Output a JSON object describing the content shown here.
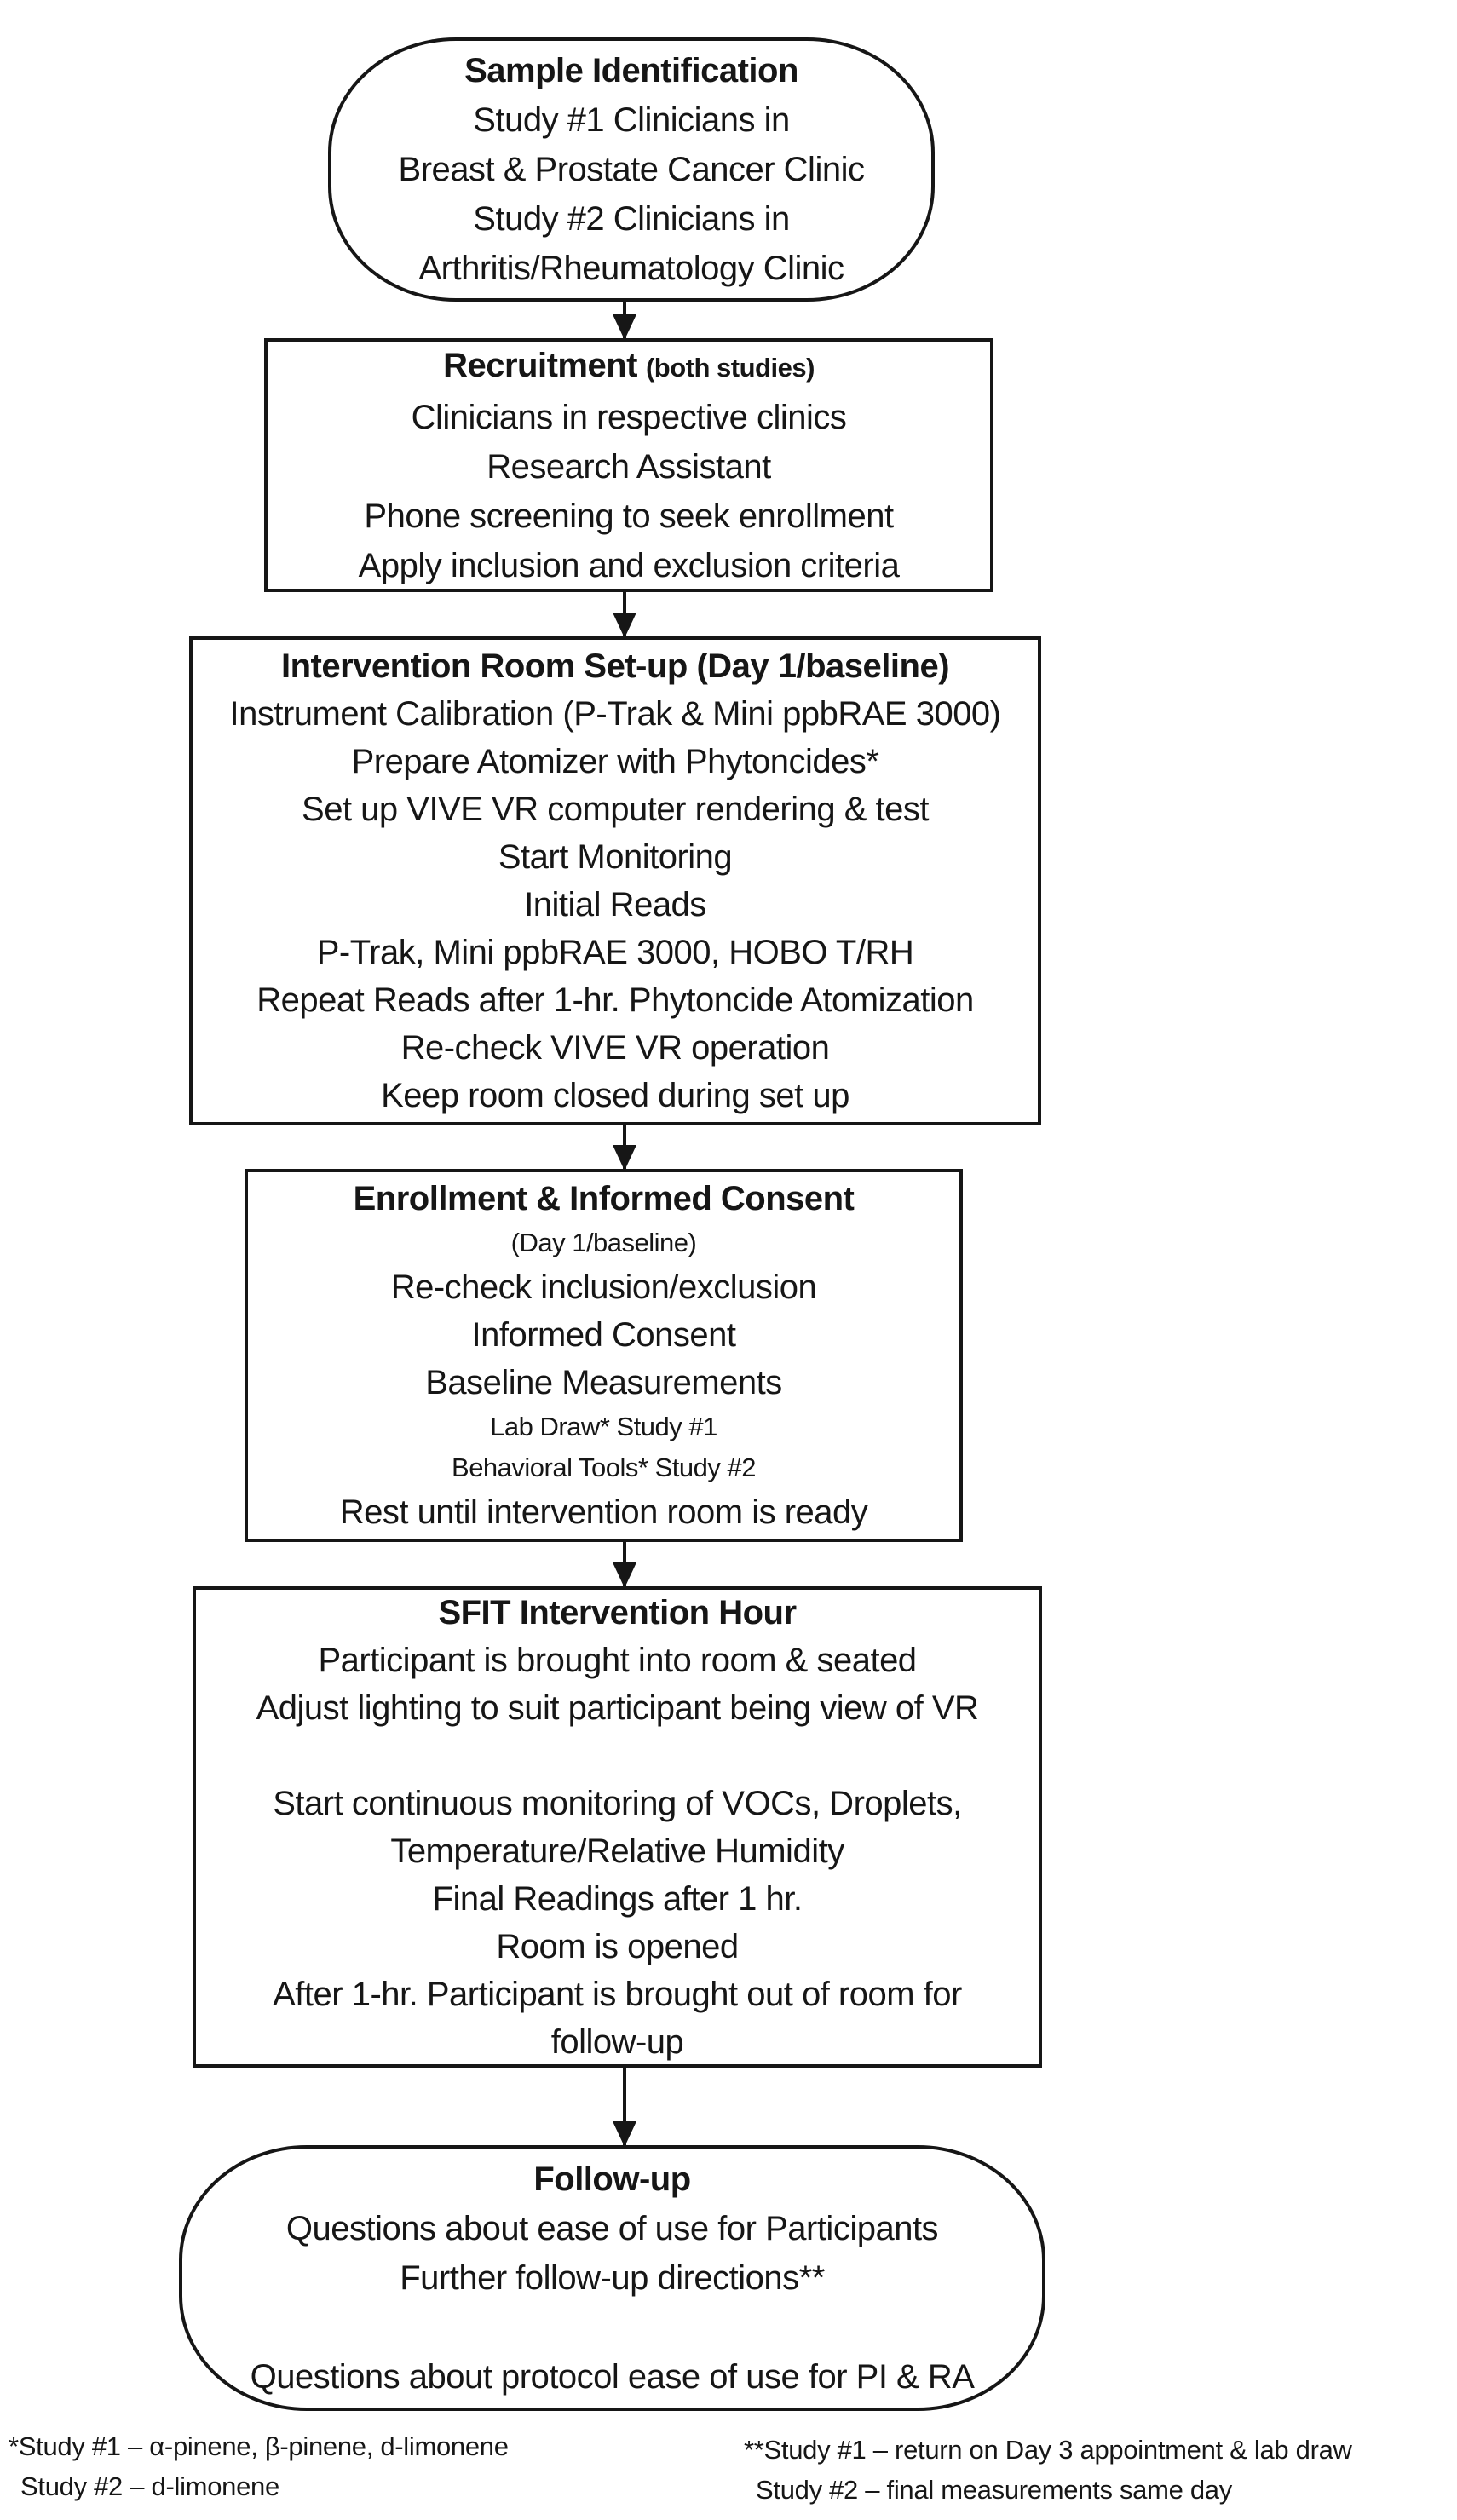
{
  "diagram": {
    "colors": {
      "ink": "#161616",
      "background": "#ffffff"
    },
    "nodes": [
      {
        "id": "sample-identification",
        "shape": "terminator",
        "title": "Sample Identification",
        "lines": [
          "Study #1 Clinicians in",
          "Breast & Prostate Cancer Clinic",
          "Study #2 Clinicians in",
          "Arthritis/Rheumatology Clinic"
        ]
      },
      {
        "id": "recruitment",
        "shape": "process",
        "title": "Recruitment",
        "title_suffix": "(both studies)",
        "lines": [
          "Clinicians in respective clinics",
          "Research Assistant",
          "Phone screening to seek enrollment",
          "Apply inclusion and exclusion criteria"
        ]
      },
      {
        "id": "intervention-room-setup",
        "shape": "process",
        "title": "Intervention Room Set-up (Day 1/baseline)",
        "lines": [
          "Instrument Calibration (P-Trak & Mini ppbRAE 3000)",
          "Prepare Atomizer with Phytoncides*",
          "Set up VIVE VR computer rendering & test",
          "Start Monitoring",
          "Initial Reads",
          "P-Trak, Mini ppbRAE 3000, HOBO T/RH",
          "Repeat Reads after 1-hr. Phytoncide Atomization",
          "Re-check VIVE VR operation",
          "Keep room closed during set up"
        ]
      },
      {
        "id": "enrollment-informed-consent",
        "shape": "process",
        "title": "Enrollment & Informed Consent",
        "subtitle": "(Day 1/baseline)",
        "lines": [
          "Re-check inclusion/exclusion",
          "Informed Consent",
          "Baseline Measurements",
          "Lab Draw* Study #1",
          "Behavioral Tools* Study #2",
          "Rest until intervention room is ready"
        ]
      },
      {
        "id": "sfit-intervention-hour",
        "shape": "process",
        "title": "SFIT Intervention Hour",
        "lines": [
          "Participant is brought into room & seated",
          "Adjust lighting to suit participant being view of VR",
          "",
          "Start continuous monitoring of VOCs, Droplets,",
          "Temperature/Relative Humidity",
          "Final Readings after 1 hr.",
          "Room is opened",
          "After 1-hr. Participant is brought out of room for",
          "follow-up"
        ]
      },
      {
        "id": "follow-up",
        "shape": "terminator",
        "title": "Follow-up",
        "lines": [
          "Questions about ease of use for Participants",
          "Further follow-up directions**",
          "",
          "Questions about protocol ease of use for PI & RA"
        ]
      }
    ],
    "footnotes": {
      "left_line1": "*Study #1 – α-pinene, β-pinene, d-limonene",
      "left_line2": "Study #2 – d-limonene",
      "right_line1": "**Study #1 – return on Day 3 appointment & lab draw",
      "right_line2": "Study #2 – final measurements same day"
    }
  }
}
